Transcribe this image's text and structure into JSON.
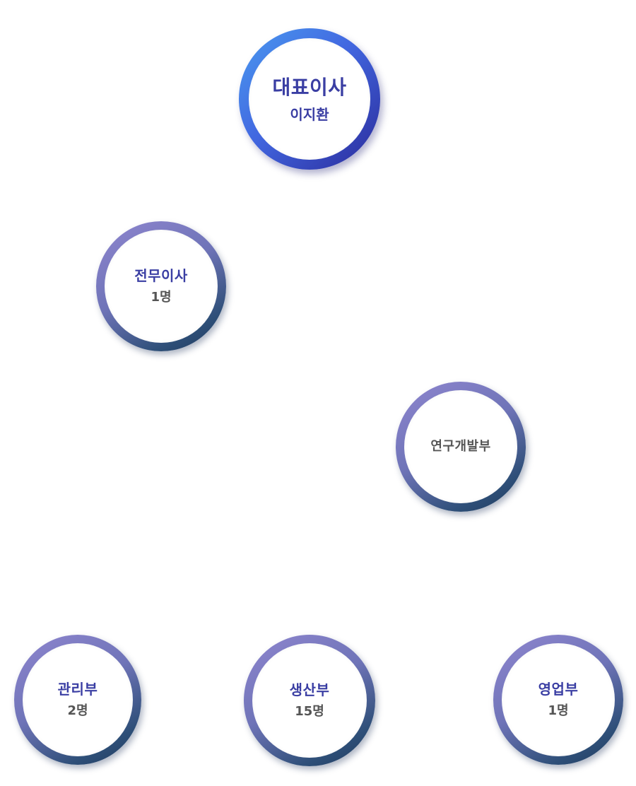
{
  "colors": {
    "ceo_ring_start": "#4a9bf0",
    "ceo_ring_end": "#2a2a9a",
    "dept_ring_start": "#8f86cf",
    "dept_ring_end": "#1f3a5c",
    "title_text": "#3a3ea3",
    "sub_text": "#555555",
    "line_blue": "#3b8fe0",
    "line_purple": "#7a3ff0"
  },
  "ceo": {
    "title": "대표이사",
    "name": "이지환"
  },
  "director": {
    "title": "전무이사",
    "count": "1명"
  },
  "rnd": {
    "title": "연구개발부"
  },
  "admin": {
    "title": "관리부",
    "count": "2명"
  },
  "production": {
    "title": "생산부",
    "count": "15명"
  },
  "sales": {
    "title": "영업부",
    "count": "1명"
  }
}
